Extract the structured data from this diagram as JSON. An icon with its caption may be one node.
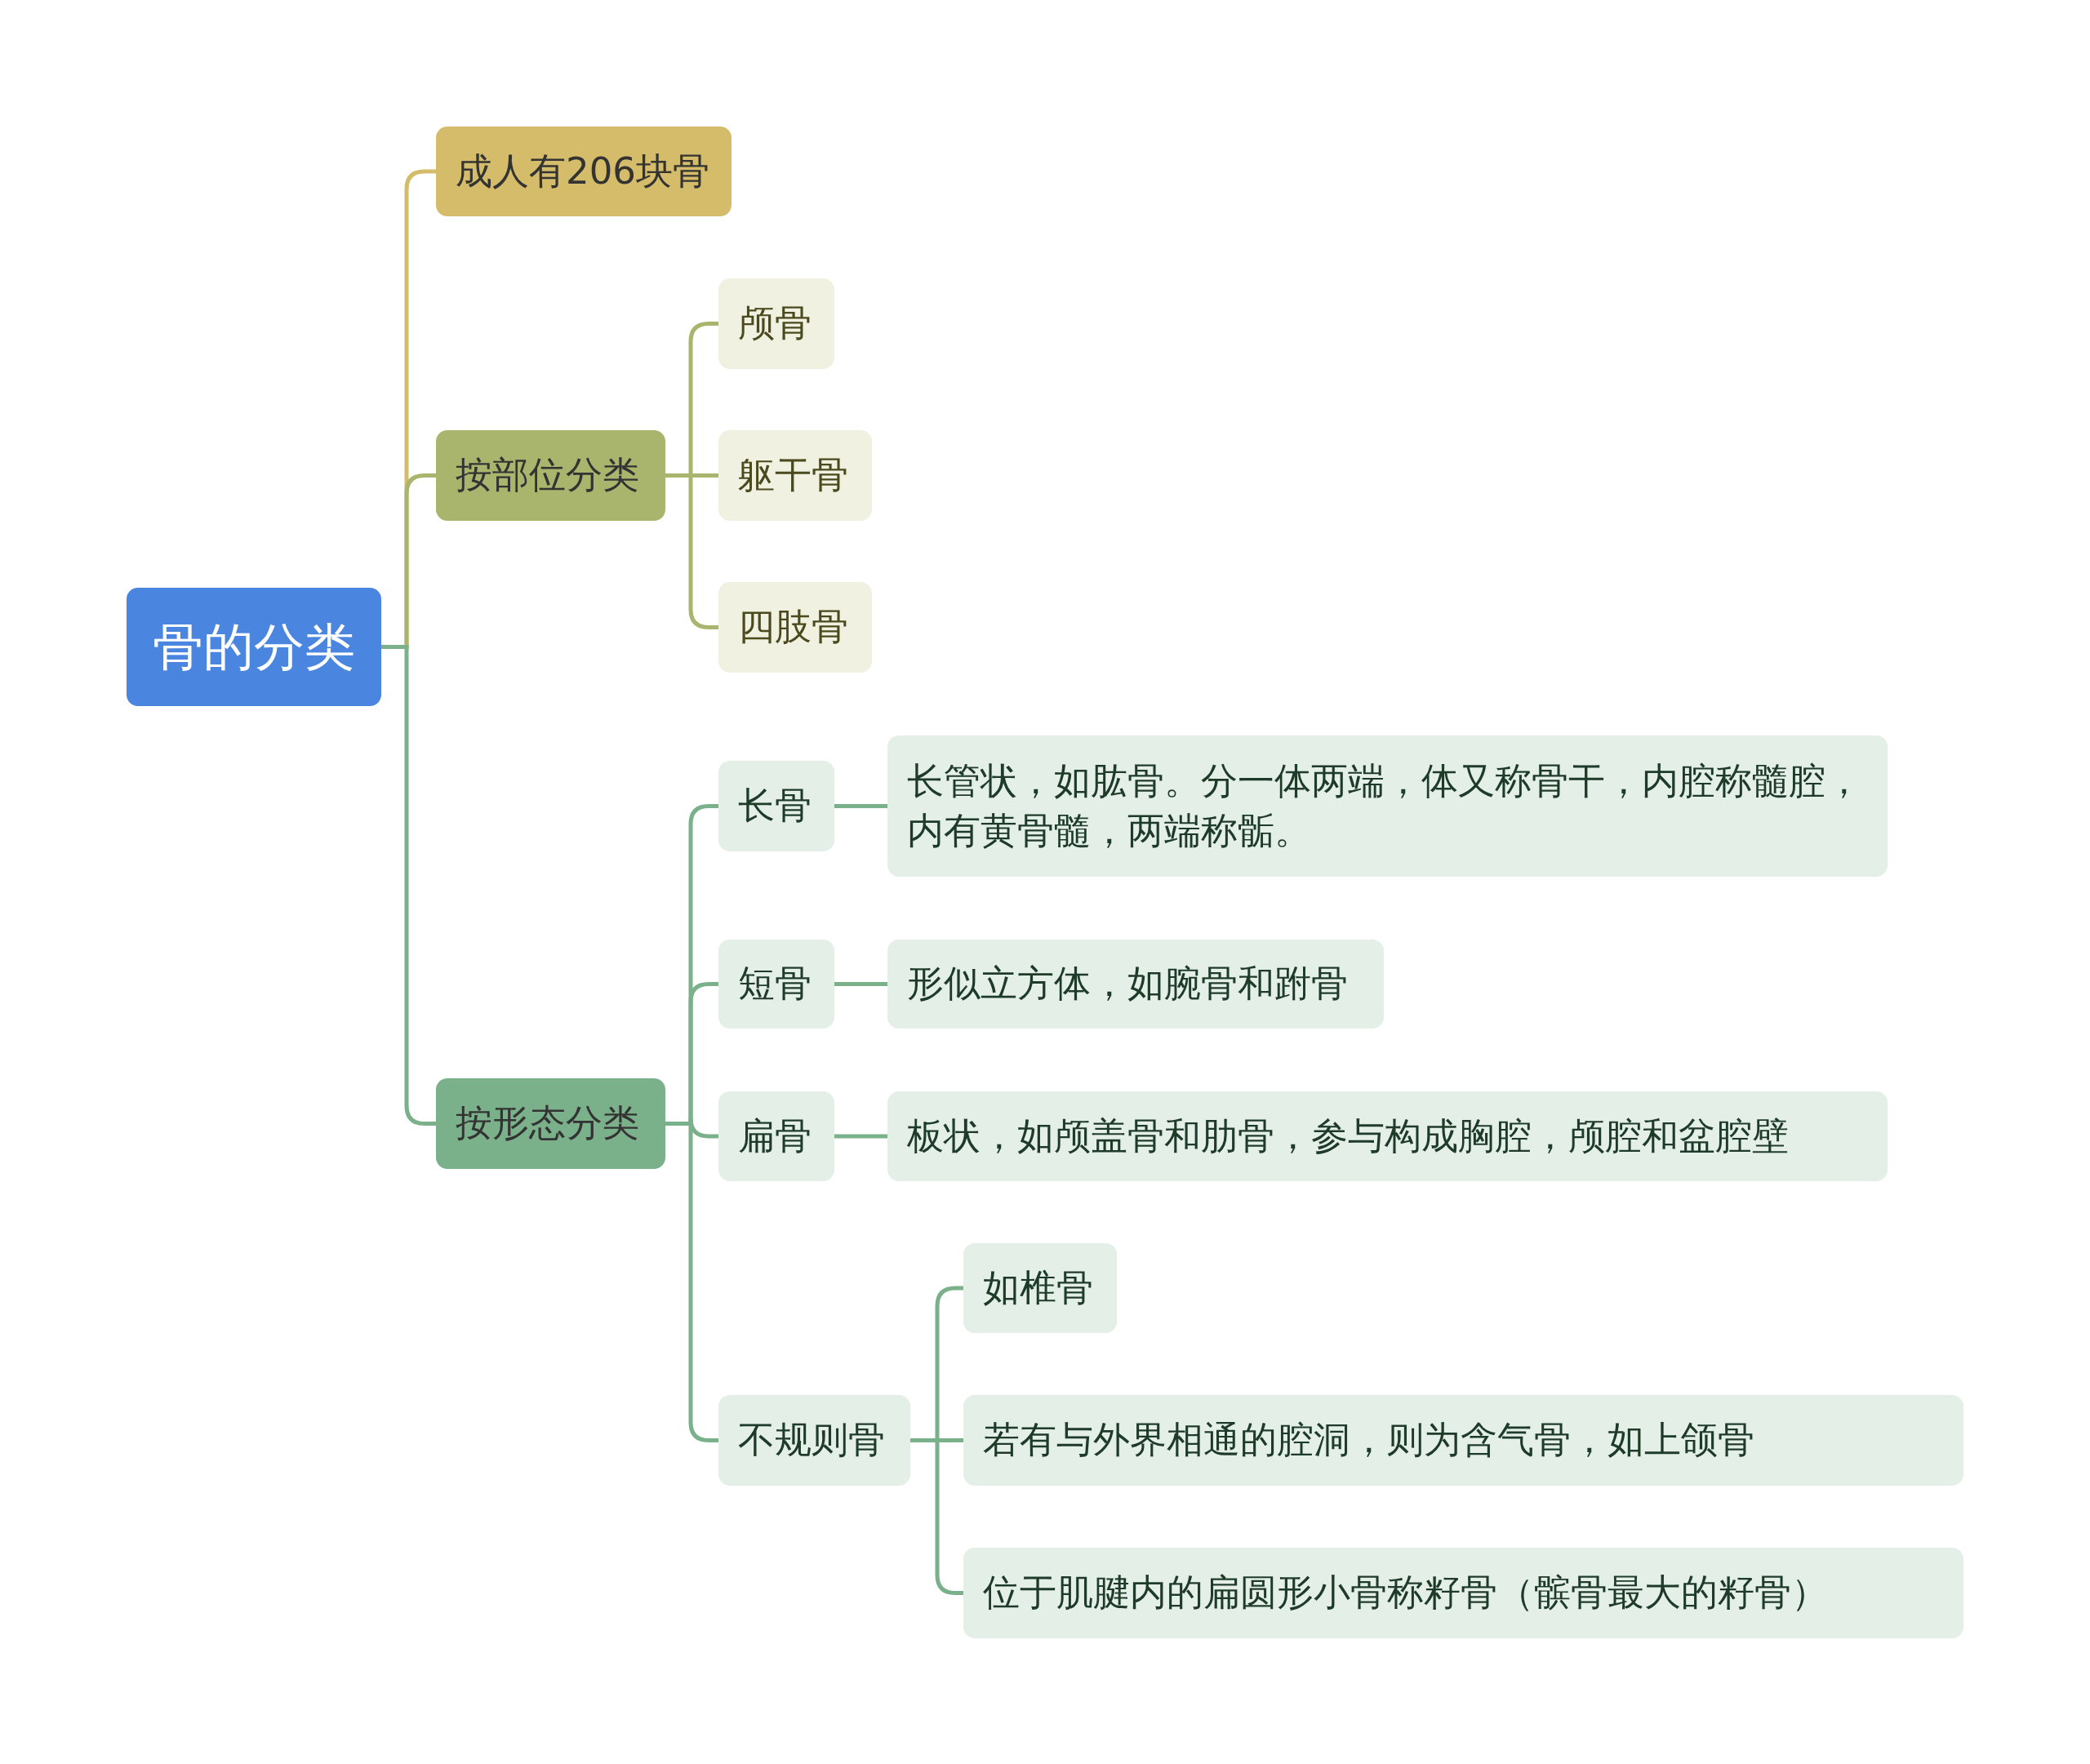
{
  "diagram": {
    "nodes": [
      {
        "text": [
          "骨的分类"
        ]
      },
      {
        "text": [
          "成人有206块骨"
        ]
      },
      {
        "text": [
          "按部位分类"
        ]
      },
      {
        "text": [
          "颅骨"
        ]
      },
      {
        "text": [
          "躯干骨"
        ]
      },
      {
        "text": [
          "四肢骨"
        ]
      },
      {
        "text": [
          "按形态分类"
        ]
      },
      {
        "text": [
          "长骨"
        ]
      },
      {
        "text": [
          "长管状，如肱骨。分一体两端，体又称骨干，内腔称髓腔，内有黄骨髓，两端称骺。"
        ]
      },
      {
        "text": [
          "短骨"
        ]
      },
      {
        "text": [
          "形似立方体，如腕骨和跗骨"
        ]
      },
      {
        "text": [
          "扁骨"
        ]
      },
      {
        "text": [
          "板状，如颅盖骨和肋骨，参与构成胸腔，颅腔和盆腔壁"
        ]
      },
      {
        "text": [
          "不规则骨"
        ]
      },
      {
        "text": [
          "如椎骨"
        ]
      },
      {
        "text": [
          "若有与外界相通的腔洞，则为含气骨，如上颌骨"
        ]
      },
      {
        "text": [
          "位于肌腱内的扁圆形小骨称籽骨（髌骨最大的籽骨）"
        ]
      }
    ],
    "edges": [
      {
        "from": 0,
        "to": 1,
        "arrow": "none",
        "color": "#d4bc6a"
      },
      {
        "from": 0,
        "to": 2,
        "arrow": "none",
        "color": "#a9b56d"
      },
      {
        "from": 0,
        "to": 6,
        "arrow": "none"
      },
      {
        "from": 2,
        "to": 3,
        "arrow": "none",
        "color": "#a9b56d"
      },
      {
        "from": 2,
        "to": 4,
        "arrow": "none",
        "color": "#a9b56d"
      },
      {
        "from": 2,
        "to": 5,
        "arrow": "none",
        "color": "#a9b56d"
      },
      {
        "from": 6,
        "to": 7,
        "arrow": "none"
      },
      {
        "from": 6,
        "to": 9,
        "arrow": "none"
      },
      {
        "from": 6,
        "to": 11,
        "arrow": "none"
      },
      {
        "from": 6,
        "to": 13,
        "arrow": "none"
      },
      {
        "from": 7,
        "to": 8,
        "arrow": "none"
      },
      {
        "from": 9,
        "to": 10,
        "arrow": "none"
      },
      {
        "from": 11,
        "to": 12,
        "arrow": "none"
      },
      {
        "from": 13,
        "to": 14,
        "arrow": "none"
      },
      {
        "from": 13,
        "to": 15,
        "arrow": "none"
      },
      {
        "from": 13,
        "to": 16,
        "arrow": "none"
      }
    ]
  }
}
